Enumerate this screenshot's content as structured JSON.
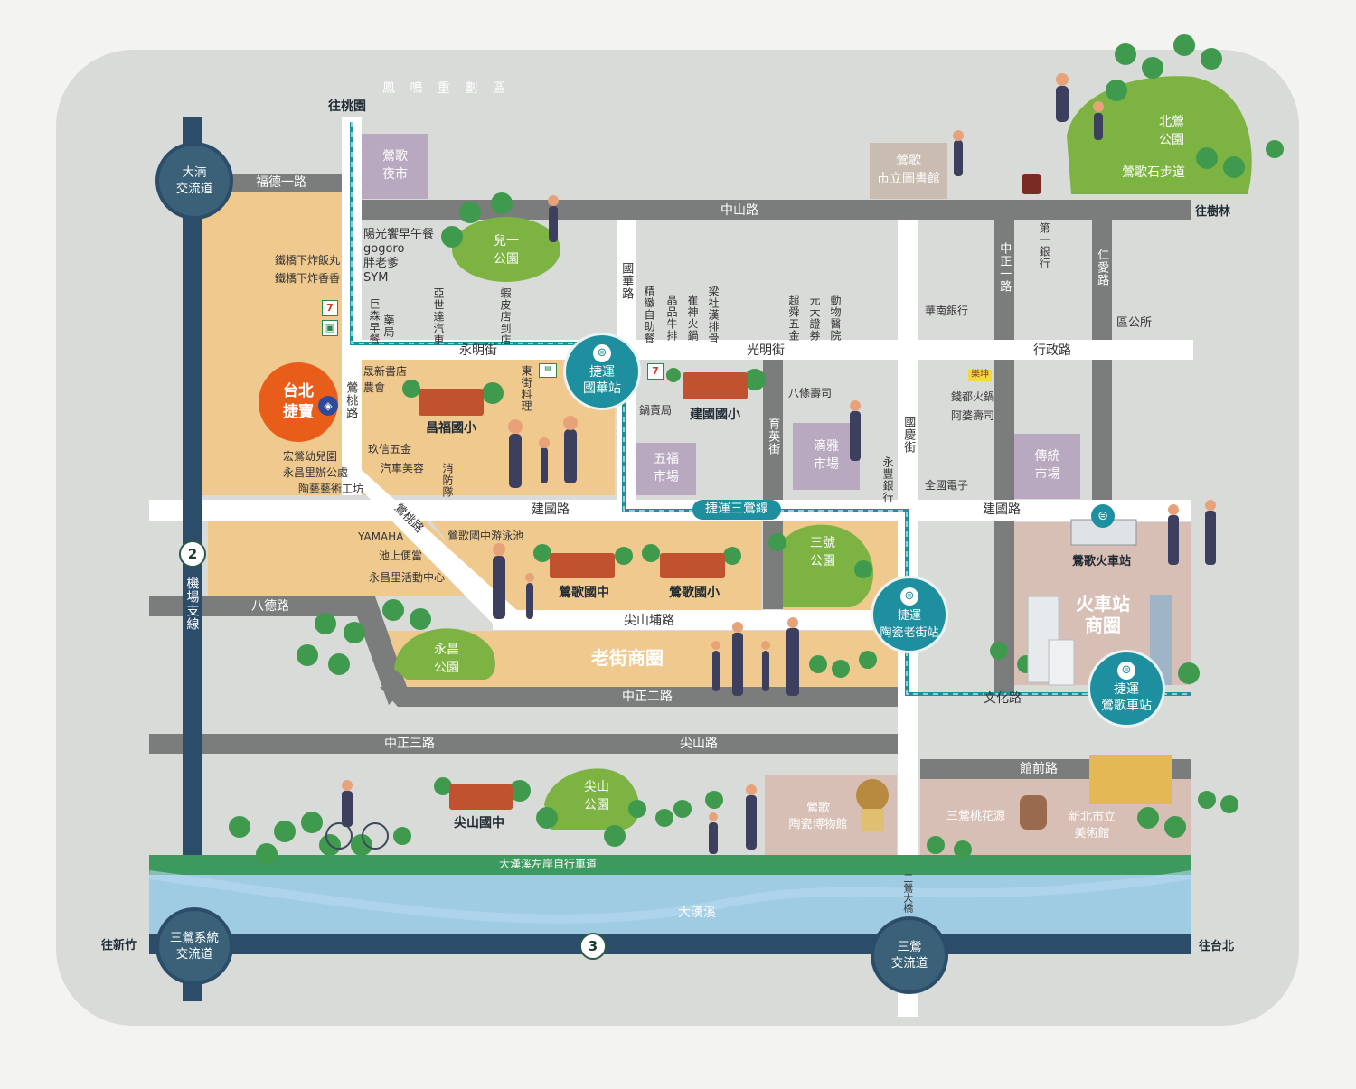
{
  "top_labels": {
    "district": "鳳 鳴 重 劃 區",
    "to_taoyuan": "往桃園",
    "to_shulin": "往樹林",
    "to_hsinchu": "往新竹",
    "to_taipei": "往台北"
  },
  "interchanges": {
    "dashi": "大湳\n交流道",
    "sanying_system": "三鶯系統\n交流道",
    "sanying": "三鶯\n交流道"
  },
  "highways": {
    "airport_line": "機場支線",
    "route2": "2",
    "route3": "3"
  },
  "roads": {
    "fude1": "福德一路",
    "zhongshan": "中山路",
    "yongming": "永明街",
    "guangming": "光明街",
    "xingzheng": "行政路",
    "jianguo_w": "建國路",
    "jianguo_e": "建國路",
    "bade": "八德路",
    "jianshanpu": "尖山埔路",
    "zhongzheng2": "中正二路",
    "zhongzheng3": "中正三路",
    "jianshan": "尖山路",
    "wenhua": "文化路",
    "guanqian": "館前路",
    "yingtao_v": "鶯桃路",
    "yingtao_d": "鶯桃路",
    "guohua": "國華路",
    "yuying": "育英街",
    "guoqing": "國慶街",
    "zhongzheng1": "中正一路",
    "renai": "仁愛路",
    "sanying_bridge": "三鶯大橋",
    "bike_path": "大漢溪左岸自行車道",
    "river": "大漢溪"
  },
  "metro": {
    "line": "捷運三鶯線",
    "guohua": "捷運\n國華站",
    "ceramics": "捷運\n陶瓷老街站",
    "yingge": "捷運\n鶯歌車站",
    "taipei_metro": "台北\n捷寶"
  },
  "blocks": {
    "night_market": "鶯歌\n夜市",
    "library": "鶯歌\n市立圖書館",
    "wufu_market": "五福\n市場",
    "diya_market": "滴雅\n市場",
    "traditional_market": "傳統\n市場",
    "station_district": "火車站\n商圈",
    "old_street": "老街商圈",
    "ceramics_museum": "鶯歌\n陶瓷博物館"
  },
  "parks": {
    "north_park": "北鶯\n公園",
    "trail": "鶯歌石步道",
    "children_park": "兒一\n公園",
    "park3": "三號\n公園",
    "yongchang_park": "永昌\n公園",
    "jianshan_park": "尖山\n公園"
  },
  "schools": {
    "changfu": "昌福國小",
    "jianguo": "建國國小",
    "yingge_jh": "鶯歌國中",
    "yingge_es": "鶯歌國小",
    "jianshan_jh": "尖山國中"
  },
  "pois": {
    "pos_breakfast": "陽光饗早午餐",
    "pos_gogoro": "gogoro",
    "pos_pangzi": "胖老爹",
    "pos_sym": "SYM",
    "pos_fried1": "鐵橋下炸飯丸",
    "pos_fried2": "鐵橋下炸香香",
    "pos_jusen": "巨森早餐",
    "pos_pharmacy": "藥局",
    "pos_yashida": "亞世達汽車",
    "pos_shopee": "蝦皮店到店",
    "pos_bookstore": "晟新書店",
    "pos_farm": "農會",
    "pos_dongjie": "東街料理",
    "pos_hardware": "玖信五金",
    "pos_autobeauty": "汽車美容",
    "pos_fire": "消防隊",
    "pos_kindergarten": "宏鶯幼兒園",
    "pos_office": "永昌里辦公處",
    "pos_pottery": "陶藝藝術工坊",
    "pos_yamaha": "YAMAHA",
    "pos_bento": "池上便當",
    "pos_activity": "永昌里活動中心",
    "pos_pool": "鶯歌國中游泳池",
    "pos_jingzhi": "精緻自助餐",
    "pos_jingpin": "晶品牛排",
    "pos_cuishen": "崔神火鍋",
    "pos_liangshe": "梁社漢排骨",
    "pos_chaoshun": "超舜五金",
    "pos_yuanda": "元大證券",
    "pos_vet": "動物醫院",
    "pos_huanan": "華南銀行",
    "pos_first": "第一銀行",
    "pos_district": "區公所",
    "pos_guomai": "鍋賣局",
    "pos_bajo": "八條壽司",
    "pos_yongfeng": "永豐銀行",
    "pos_lujin": "錢都火鍋",
    "pos_apo": "阿婆壽司",
    "pos_quanguo": "全國電子",
    "pos_lefu": "樂坤",
    "pos_train": "鶯歌火車站",
    "pos_taohua": "三鶯桃花源",
    "pos_artmuseum": "新北市立\n美術館"
  },
  "colors": {
    "bg": "#d9dbd9",
    "road": "#7b7d7d",
    "block_tan": "#efc98e",
    "block_pink": "#d8bfb5",
    "metro": "#1e8f9e",
    "hwy": "#2c4d6a",
    "green": "#7cb342",
    "river": "#9fcbe3",
    "bike": "#3d9a5e",
    "orange": "#e85d1a",
    "purple": "#b8a8c0"
  }
}
